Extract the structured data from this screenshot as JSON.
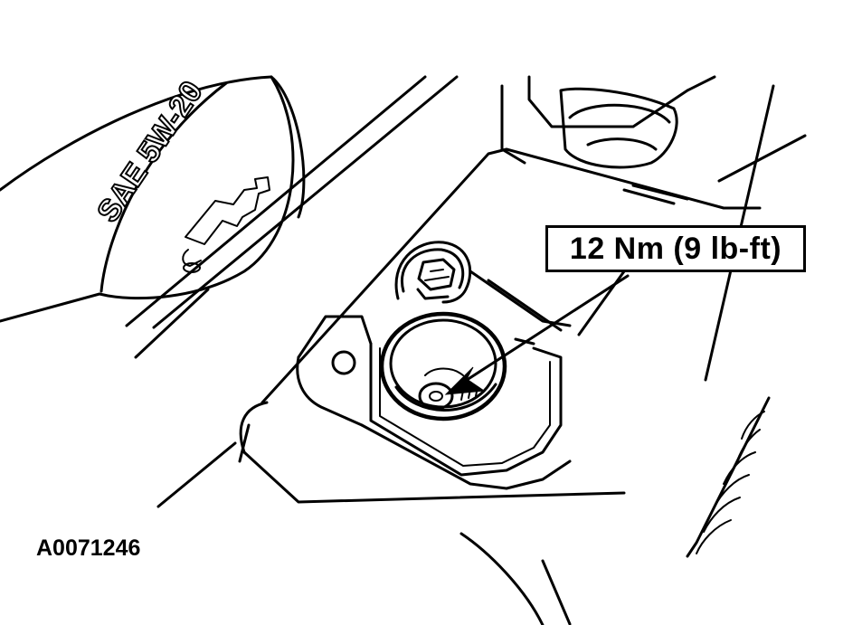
{
  "cap_marking": "SAE 5W-20",
  "callout": {
    "label": "12 Nm (9 lb-ft)"
  },
  "figure_id": "A0071246",
  "icons": [
    "oil-can-icon",
    "bolt-head-icon",
    "drain-bolt-icon"
  ]
}
